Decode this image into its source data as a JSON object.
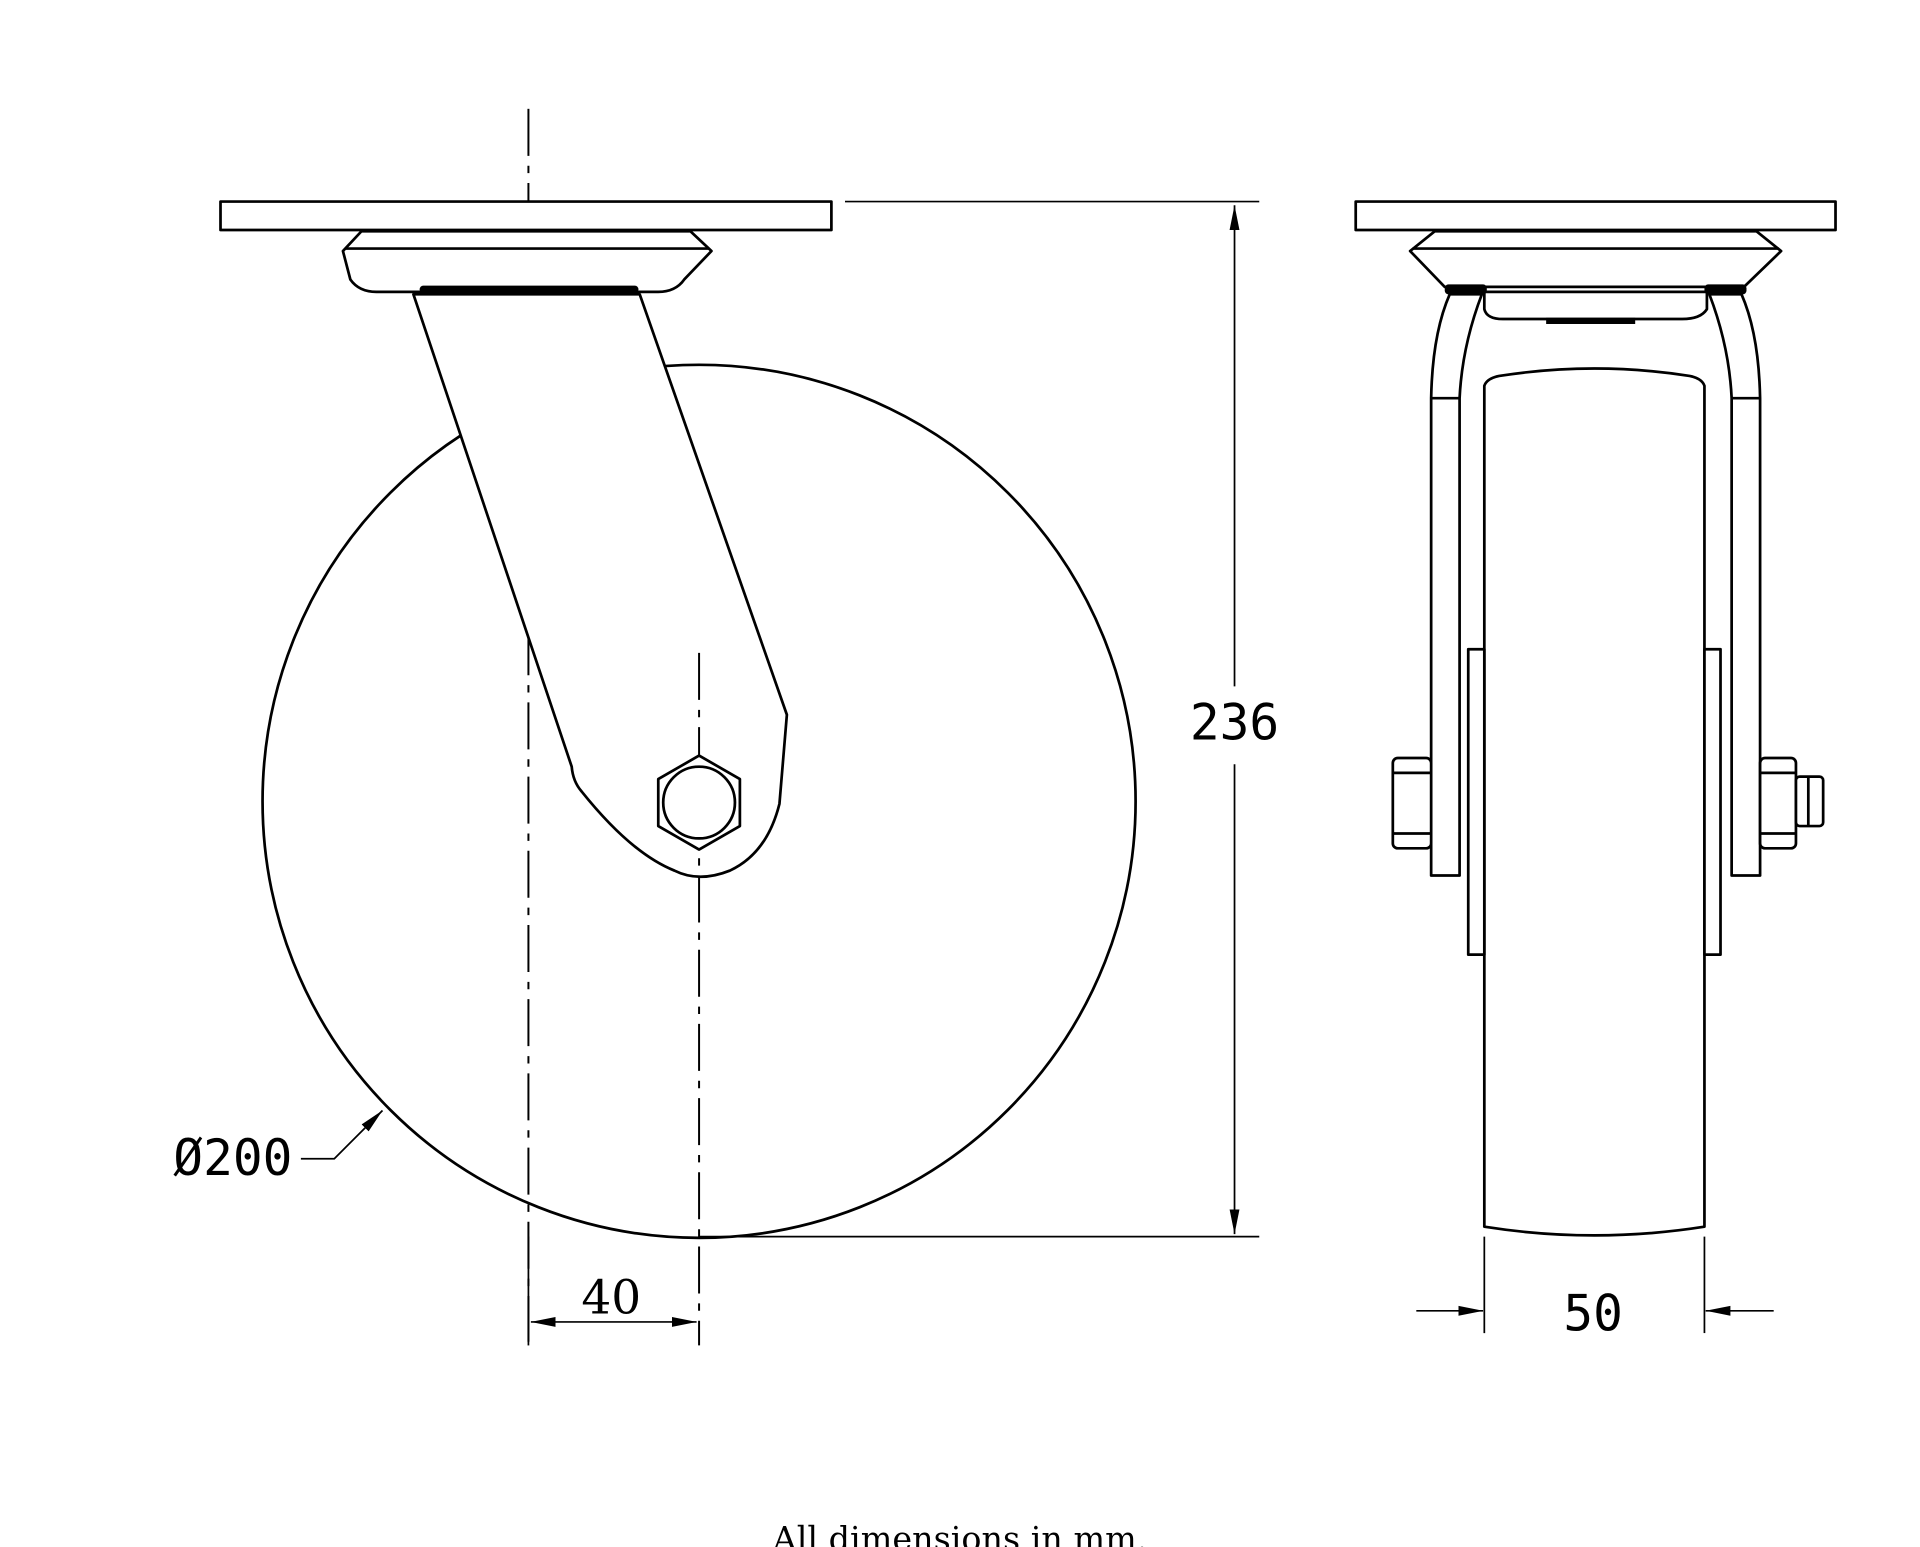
{
  "drawing": {
    "dimensions": {
      "overall_height": "236",
      "wheel_diameter": "Ø200",
      "swivel_offset": "40",
      "wheel_width": "50"
    },
    "units_note": "All dimensions in mm."
  }
}
